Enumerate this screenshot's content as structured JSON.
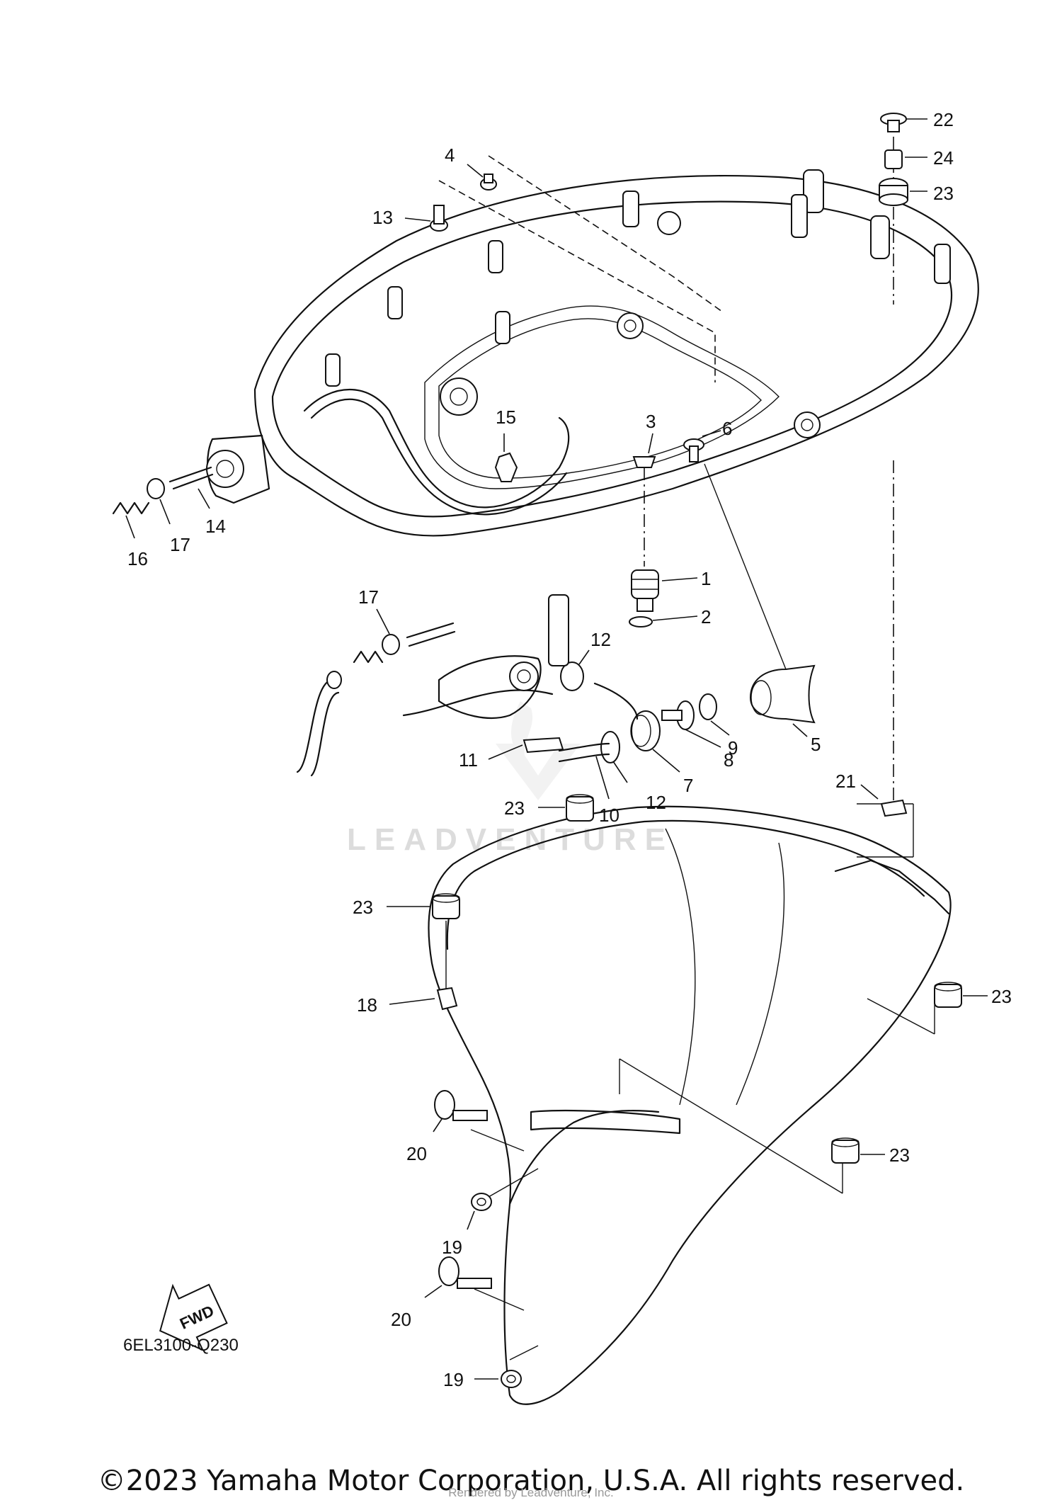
{
  "watermark": "LEADVENTURE",
  "diagram_code": "6EL3100-Q230",
  "fwd_label": "FWD",
  "copyright": "©2023 Yamaha Motor Corporation, U.S.A. All rights reserved.",
  "rendered_by": "Rendered by Leadventure, Inc.",
  "callouts": {
    "c1": "1",
    "c2": "2",
    "c3": "3",
    "c4": "4",
    "c5": "5",
    "c6": "6",
    "c7": "7",
    "c8": "8",
    "c9": "9",
    "c10": "10",
    "c11": "11",
    "c12a": "12",
    "c12b": "12",
    "c13": "13",
    "c14": "14",
    "c15": "15",
    "c16": "16",
    "c17a": "17",
    "c17b": "17",
    "c18": "18",
    "c19a": "19",
    "c19b": "19",
    "c20a": "20",
    "c20b": "20",
    "c21": "21",
    "c22": "22",
    "c23a": "23",
    "c23b": "23",
    "c23c": "23",
    "c23d": "23",
    "c23e": "23",
    "c24": "24"
  }
}
